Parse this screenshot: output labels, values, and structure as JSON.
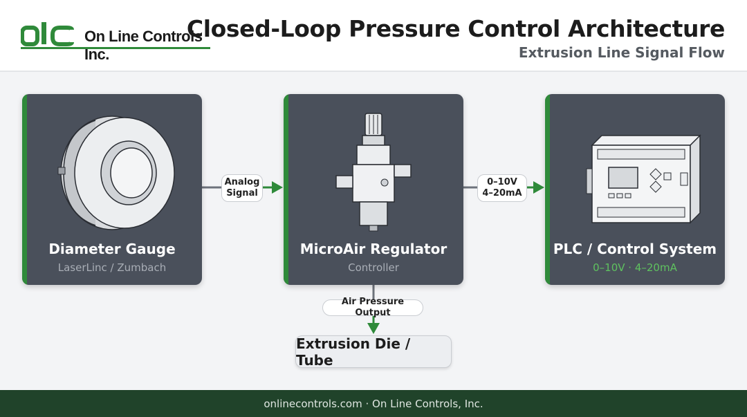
{
  "header": {
    "logo_mark": "olc",
    "logo_text": "On Line Controls Inc.",
    "title": "Closed-Loop Pressure Control Architecture",
    "subtitle": "Extrusion Line Signal Flow"
  },
  "nodes": [
    {
      "id": "gauge",
      "title": "Diameter Gauge",
      "subtitle": "LaserLinc / Zumbach",
      "icon": "diameter-gauge-icon"
    },
    {
      "id": "regulator",
      "title": "MicroAir Regulator",
      "subtitle": "Controller",
      "icon": "pressure-regulator-icon"
    },
    {
      "id": "plc",
      "title": "PLC / Control System",
      "subtitle": "0–10V · 4–20mA",
      "icon": "plc-controller-icon"
    }
  ],
  "connections": {
    "gauge_to_regulator": {
      "lines": [
        "Analog",
        "Signal"
      ]
    },
    "regulator_to_plc": {
      "lines": [
        "0–10V",
        "4–20mA"
      ]
    },
    "regulator_to_output": {
      "label": "Air Pressure Output"
    }
  },
  "output": {
    "label": "Extrusion Die / Tube"
  },
  "footer": {
    "text": "onlinecontrols.com · On Line Controls, Inc."
  },
  "colors": {
    "accent_green": "#2f8a3a",
    "card_bg": "#4a505b",
    "connector_gray": "#6d727b",
    "footer_bg": "#20432a",
    "plc_sub_green": "#5fc25f"
  }
}
